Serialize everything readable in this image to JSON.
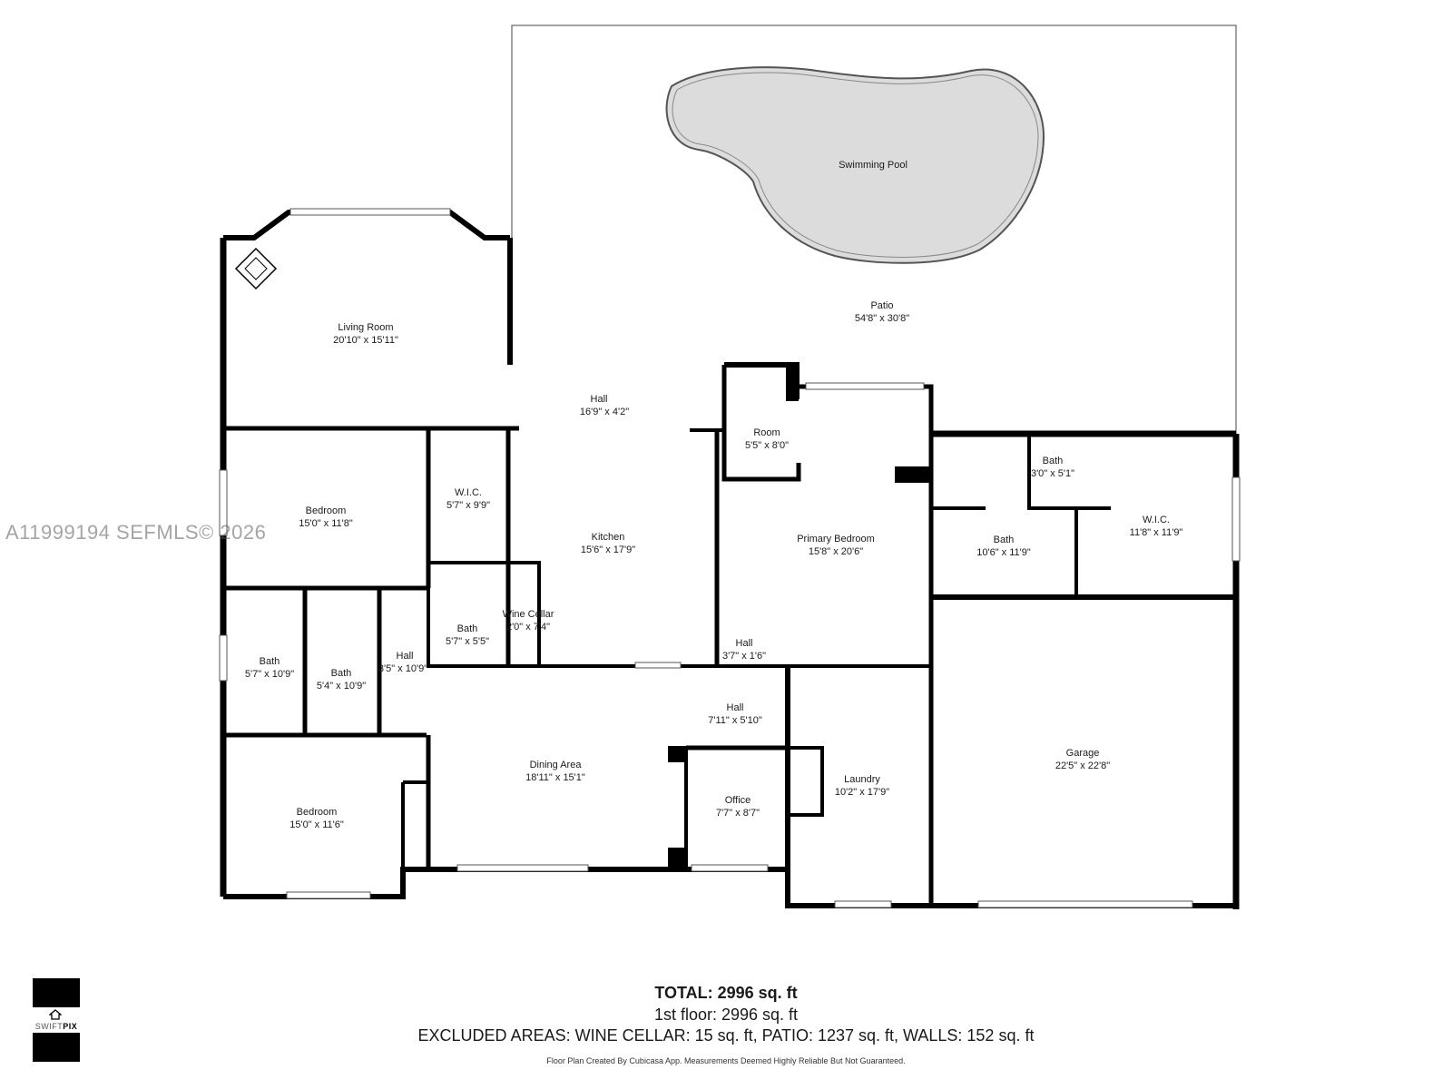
{
  "watermark": "A11999194  SEFMLS© 2026",
  "rooms": [
    {
      "id": "patio",
      "name": "Patio",
      "dims": "54'8\" x 30'8\""
    },
    {
      "id": "pool",
      "name": "Swimming Pool",
      "dims": ""
    },
    {
      "id": "living-room",
      "name": "Living Room",
      "dims": "20'10\" x 15'11\""
    },
    {
      "id": "hall-top",
      "name": "Hall",
      "dims": "16'9\" x 4'2\""
    },
    {
      "id": "room",
      "name": "Room",
      "dims": "5'5\" x 8'0\""
    },
    {
      "id": "bedroom-1",
      "name": "Bedroom",
      "dims": "15'0\" x 11'8\""
    },
    {
      "id": "wic-1",
      "name": "W.I.C.",
      "dims": "5'7\" x 9'9\""
    },
    {
      "id": "kitchen",
      "name": "Kitchen",
      "dims": "15'6\" x 17'9\""
    },
    {
      "id": "primary-bedroom",
      "name": "Primary Bedroom",
      "dims": "15'8\" x 20'6\""
    },
    {
      "id": "bath-small",
      "name": "Bath",
      "dims": "3'0\" x 5'1\""
    },
    {
      "id": "bath-primary",
      "name": "Bath",
      "dims": "10'6\" x 11'9\""
    },
    {
      "id": "wic-2",
      "name": "W.I.C.",
      "dims": "11'8\" x 11'9\""
    },
    {
      "id": "bath-a",
      "name": "Bath",
      "dims": "5'7\" x 10'9\""
    },
    {
      "id": "bath-b",
      "name": "Bath",
      "dims": "5'4\" x 10'9\""
    },
    {
      "id": "hall-left",
      "name": "Hall",
      "dims": "3'5\" x 10'9\""
    },
    {
      "id": "bath-c",
      "name": "Bath",
      "dims": "5'7\" x 5'5\""
    },
    {
      "id": "wine-cellar",
      "name": "Wine Cellar",
      "dims": "2'0\" x 7'4\""
    },
    {
      "id": "hall-small",
      "name": "Hall",
      "dims": "3'7\" x 1'6\""
    },
    {
      "id": "hall-mid",
      "name": "Hall",
      "dims": "7'11\" x 5'10\""
    },
    {
      "id": "bedroom-2",
      "name": "Bedroom",
      "dims": "15'0\" x 11'6\""
    },
    {
      "id": "dining-area",
      "name": "Dining Area",
      "dims": "18'11\" x 15'1\""
    },
    {
      "id": "office",
      "name": "Office",
      "dims": "7'7\" x 8'7\""
    },
    {
      "id": "laundry",
      "name": "Laundry",
      "dims": "10'2\" x 17'9\""
    },
    {
      "id": "garage",
      "name": "Garage",
      "dims": "22'5\" x 22'8\""
    }
  ],
  "summary": {
    "total": "TOTAL: 2996 sq. ft",
    "floor": "1st floor: 2996 sq. ft",
    "excluded": "EXCLUDED AREAS: WINE CELLAR: 15 sq. ft, PATIO: 1237 sq. ft, WALLS: 152 sq. ft",
    "disclaimer": "Floor Plan Created By Cubicasa App. Measurements Deemed Highly Reliable But Not Guaranteed."
  },
  "logo": {
    "prefix": "SWIFT",
    "suffix": "PIX"
  }
}
